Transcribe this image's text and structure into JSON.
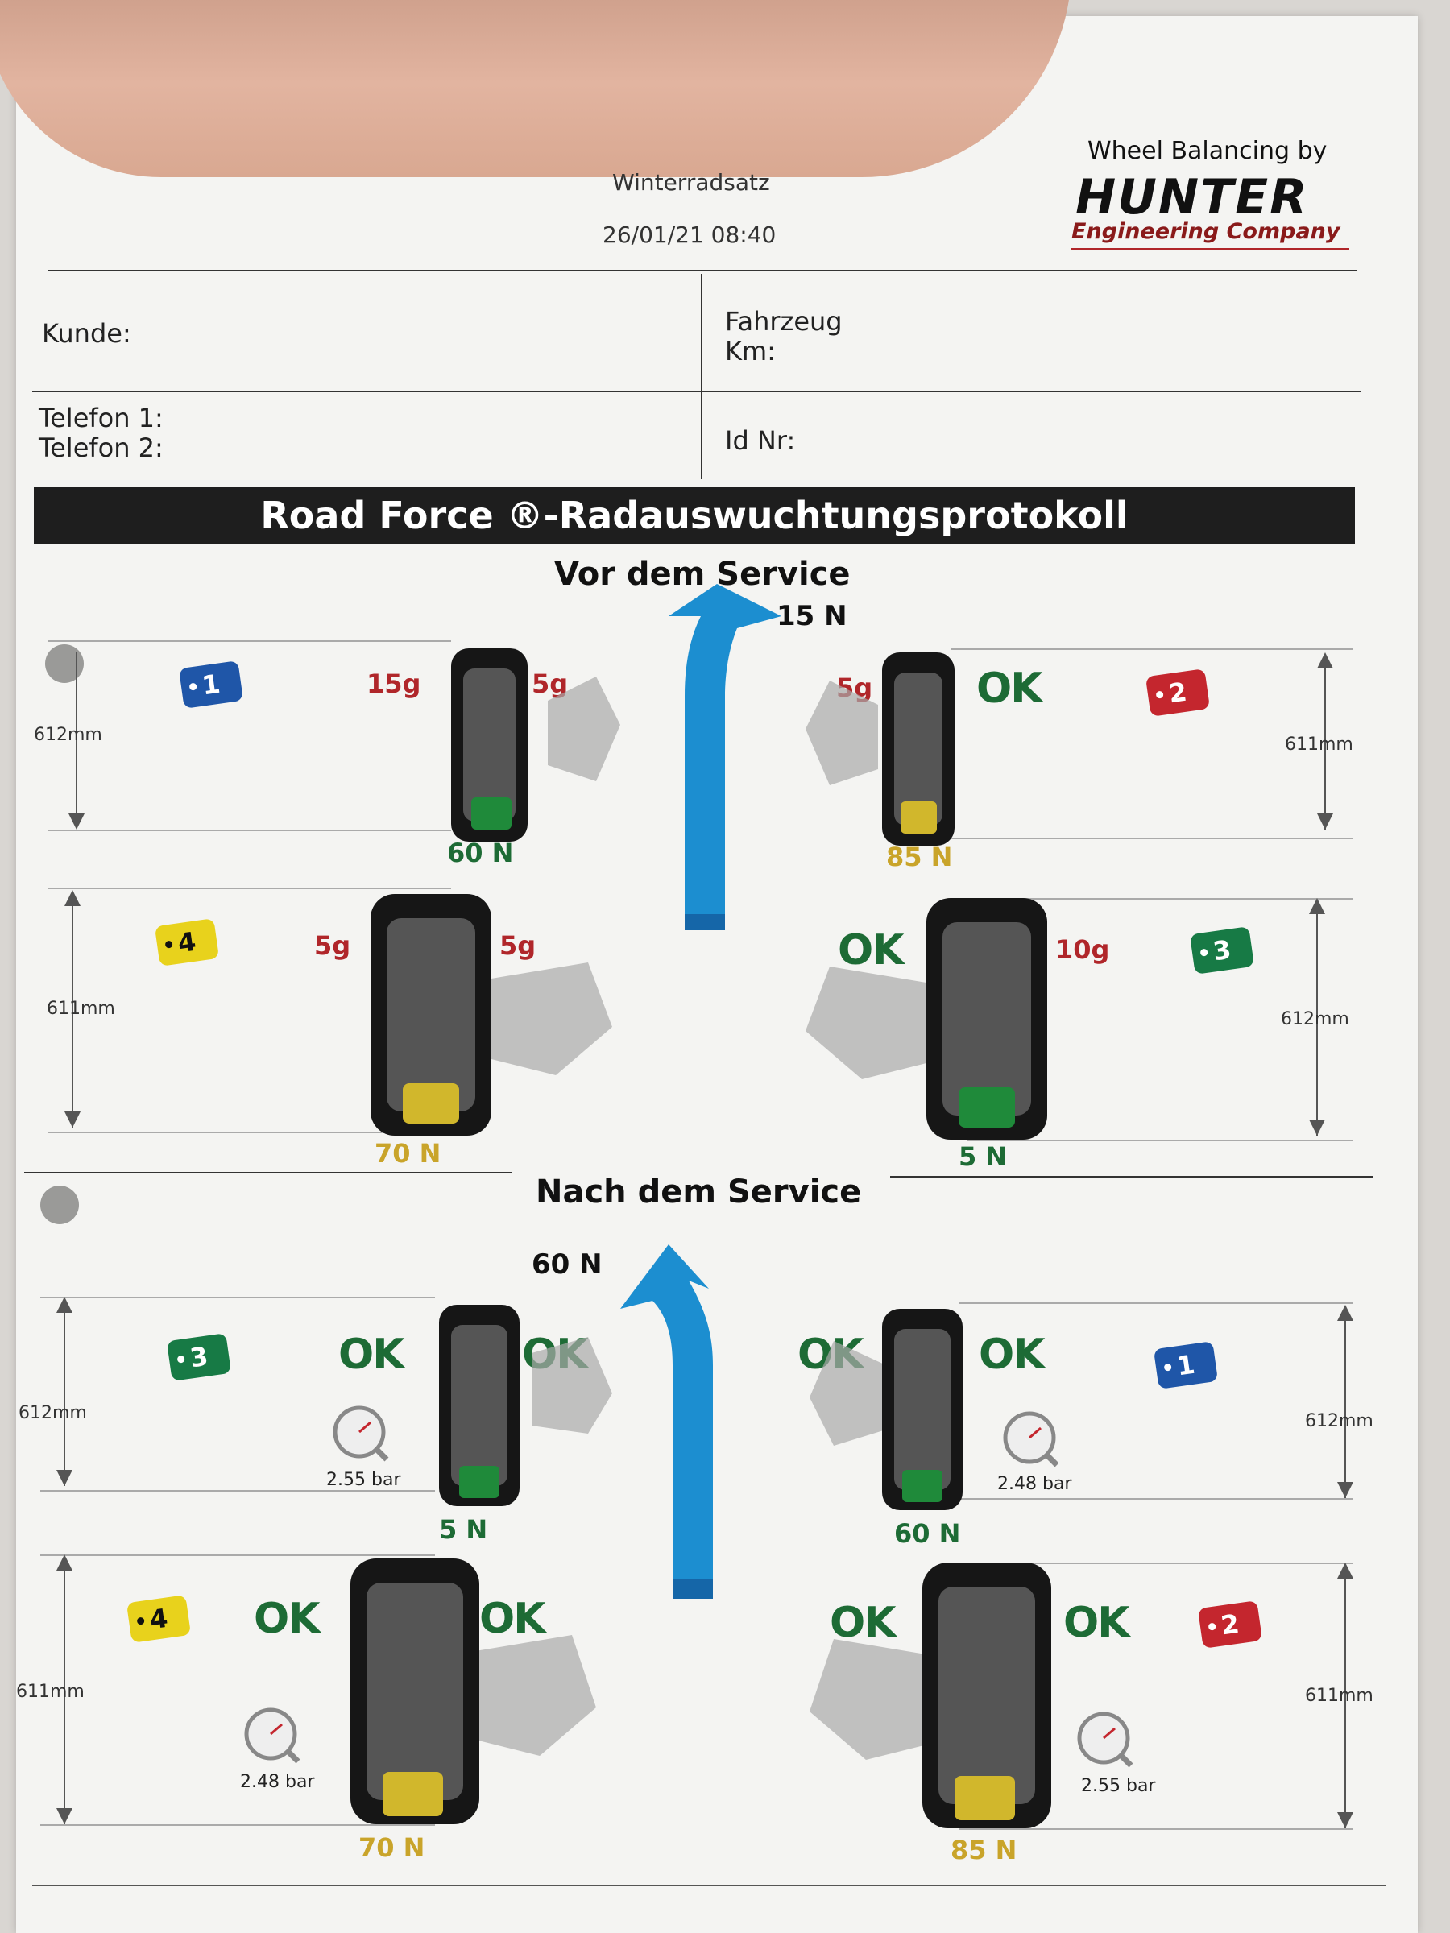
{
  "header": {
    "title": "Winterradsatz",
    "datetime": "26/01/21 08:40",
    "brand_tagline": "Wheel Balancing by",
    "brand_name": "HUNTER",
    "brand_sub": "Engineering Company"
  },
  "fields": {
    "kunde": "Kunde:",
    "fahrzeug": "Fahrzeug",
    "km": "Km:",
    "telefon1": "Telefon 1:",
    "telefon2": "Telefon 2:",
    "idnr": "Id Nr:"
  },
  "banner": "Road Force ®-Radauswuchtungsprotokoll",
  "before": {
    "title": "Vor dem Service",
    "total_force": "15 N",
    "wheels": {
      "fl": {
        "tag": "1",
        "tag_color": "#1f56a8",
        "weight_outer": "15g",
        "weight_inner": "5g",
        "force": "60 N",
        "force_color": "#1d6b35",
        "dim": "612mm"
      },
      "fr": {
        "tag": "2",
        "tag_color": "#c4262e",
        "weight_inner": "5g",
        "weight_outer": "OK",
        "force": "85 N",
        "force_color": "#c9a42a",
        "dim": "611mm"
      },
      "rl": {
        "tag": "4",
        "tag_color": "#e8d21c",
        "weight_outer": "5g",
        "weight_inner": "5g",
        "force": "70 N",
        "force_color": "#c9a42a",
        "dim": "611mm"
      },
      "rr": {
        "tag": "3",
        "tag_color": "#177a45",
        "weight_inner": "OK",
        "weight_outer": "10g",
        "force": "5 N",
        "force_color": "#1d6b35",
        "dim": "612mm"
      }
    }
  },
  "after": {
    "title": "Nach dem Service",
    "total_force": "60 N",
    "wheels": {
      "fl": {
        "tag": "3",
        "tag_color": "#177a45",
        "weight_outer": "OK",
        "weight_inner": "OK",
        "pressure": "2.55 bar",
        "force": "5 N",
        "force_color": "#1d6b35",
        "dim": "612mm"
      },
      "fr": {
        "tag": "1",
        "tag_color": "#1f56a8",
        "weight_inner": "OK",
        "weight_outer": "OK",
        "pressure": "2.48 bar",
        "force": "60 N",
        "force_color": "#1d6b35",
        "dim": "612mm"
      },
      "rl": {
        "tag": "4",
        "tag_color": "#e8d21c",
        "weight_outer": "OK",
        "weight_inner": "OK",
        "pressure": "2.48 bar",
        "force": "70 N",
        "force_color": "#c9a42a",
        "dim": "611mm"
      },
      "rr": {
        "tag": "2",
        "tag_color": "#c4262e",
        "weight_inner": "OK",
        "weight_outer": "OK",
        "pressure": "2.55 bar",
        "force": "85 N",
        "force_color": "#c9a42a",
        "dim": "611mm"
      }
    }
  }
}
